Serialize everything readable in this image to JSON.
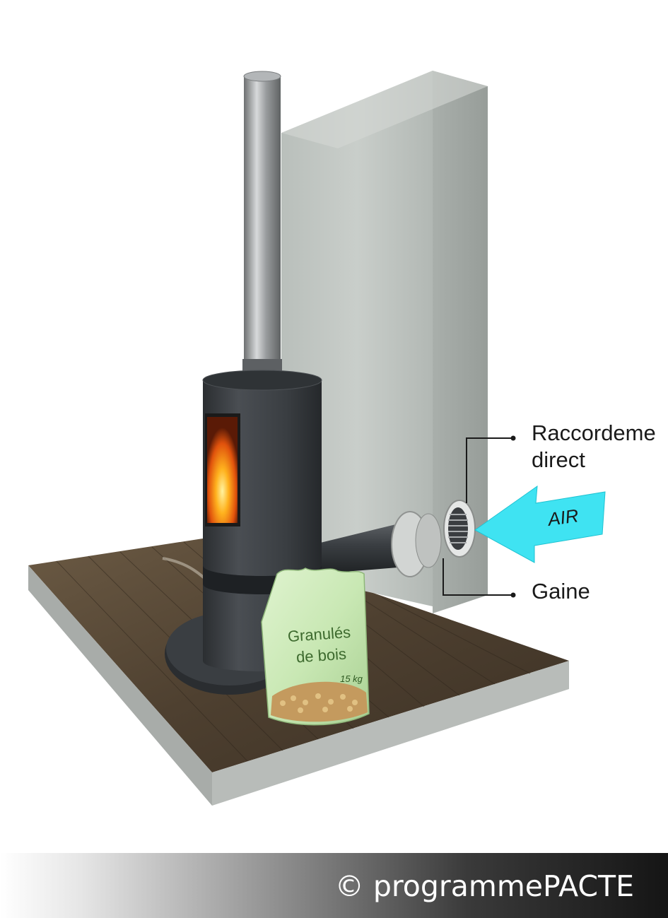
{
  "callouts": {
    "raccordement": [
      "Raccordeme",
      "direct"
    ],
    "gaine": "Gaine"
  },
  "air_arrow": {
    "label": "AIR",
    "color": "#3fe3f2"
  },
  "bag": {
    "line1": "Granulés",
    "line2": "de bois",
    "weight": "15 kg"
  },
  "footer": {
    "copyright": "© programmePACTE"
  }
}
